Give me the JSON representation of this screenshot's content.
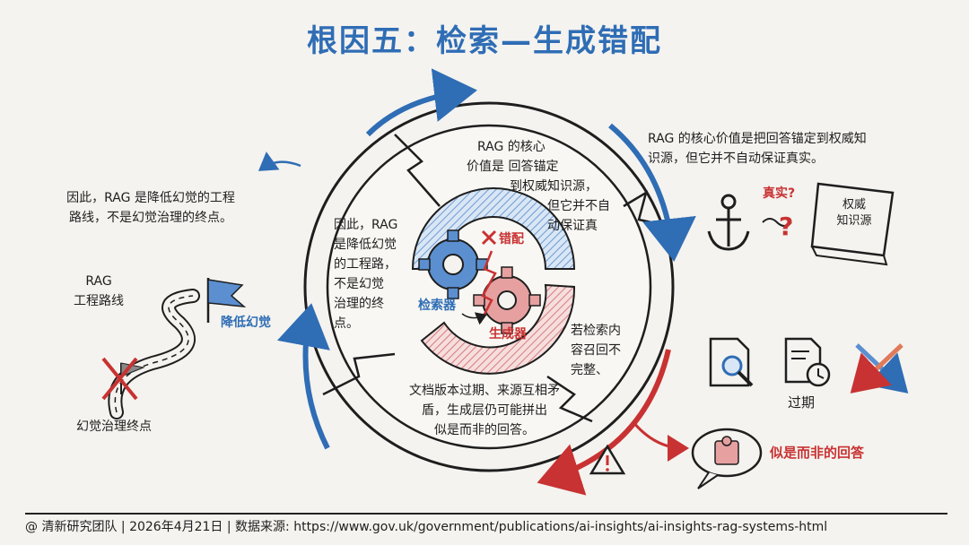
{
  "title": "根因五：检索—生成错配",
  "left": {
    "note": [
      "因此，RAG 是降低幻觉的工程",
      "路线，不是幻觉治理的终点。"
    ],
    "road_label": [
      "RAG",
      "工程路线"
    ],
    "flag_label": "降低幻觉",
    "end_label": "幻觉治理终点"
  },
  "center": {
    "top_text": [
      "RAG 的核心",
      "价值是 回答锚定",
      "到权威知识源，",
      "但它并不自",
      "动保证真"
    ],
    "left_text": [
      "因此，RAG",
      "是降低幻觉",
      "的工程路，",
      "不是幻觉",
      "治理的终",
      "点。"
    ],
    "right_text": [
      "若检索内",
      "容召回不",
      "完整、"
    ],
    "bottom_text": [
      "文档版本过期、来源互相矛",
      "盾，生成层仍可能拼出",
      "似是而非的回答。"
    ],
    "mismatch_label": "错配",
    "retriever_label": "检索器",
    "generator_label": "生成器"
  },
  "right": {
    "note": [
      "RAG 的核心价值是把回答锚定到权威知",
      "识源，但它并不自动保证真实。"
    ],
    "truth_label": "真实?",
    "book_label": [
      "权威",
      "知识源"
    ],
    "expired_label": "过期",
    "wrong_answer_label": "似是而非的回答"
  },
  "colors": {
    "blue": "#2f6db5",
    "red": "#c83232",
    "ink": "#1e1e1e",
    "paper": "#f4f3ef"
  },
  "footer": "@ 清新研究团队 | 2026年4月21日 | 数据来源: https://www.gov.uk/government/publications/ai-insights/ai-insights-rag-systems-html"
}
